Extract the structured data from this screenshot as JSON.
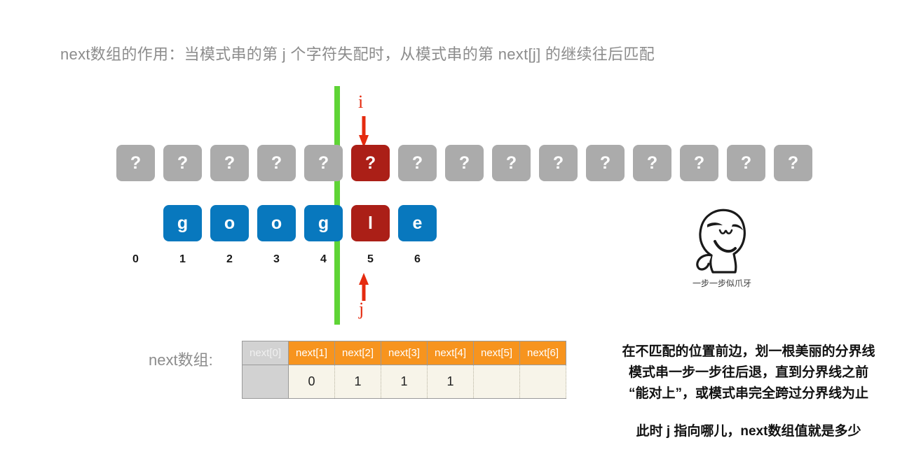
{
  "title": "next数组的作用：当模式串的第 j 个字符失配时，从模式串的第 next[j] 的继续往后匹配",
  "colors": {
    "gray_box": "#ababab",
    "blue_box": "#0878be",
    "red_box": "#ab1f17",
    "divider_green": "#5fd436",
    "pointer_red": "#e52b0f",
    "header_orange": "#f7941e",
    "header_dim": "#d2d2d2",
    "cell_cream": "#f7f4e9",
    "title_gray": "#8c8c8c"
  },
  "text_row": {
    "name": "text-string-row",
    "count": 15,
    "cells": [
      {
        "label": "?",
        "state": "gray"
      },
      {
        "label": "?",
        "state": "gray"
      },
      {
        "label": "?",
        "state": "gray"
      },
      {
        "label": "?",
        "state": "gray"
      },
      {
        "label": "?",
        "state": "gray"
      },
      {
        "label": "?",
        "state": "red"
      },
      {
        "label": "?",
        "state": "gray"
      },
      {
        "label": "?",
        "state": "gray"
      },
      {
        "label": "?",
        "state": "gray"
      },
      {
        "label": "?",
        "state": "gray"
      },
      {
        "label": "?",
        "state": "gray"
      },
      {
        "label": "?",
        "state": "gray"
      },
      {
        "label": "?",
        "state": "gray"
      },
      {
        "label": "?",
        "state": "gray"
      },
      {
        "label": "?",
        "state": "gray"
      }
    ]
  },
  "pattern_row": {
    "name": "pattern-string-row",
    "start_slot": 1,
    "cells": [
      {
        "label": "g",
        "state": "blue"
      },
      {
        "label": "o",
        "state": "blue"
      },
      {
        "label": "o",
        "state": "blue"
      },
      {
        "label": "g",
        "state": "blue"
      },
      {
        "label": "l",
        "state": "red"
      },
      {
        "label": "e",
        "state": "blue"
      }
    ]
  },
  "indices": [
    "0",
    "1",
    "2",
    "3",
    "4",
    "5",
    "6"
  ],
  "pointers": {
    "i_label": "i",
    "j_label": "j"
  },
  "next_table": {
    "label": "next数组:",
    "headers": [
      "next[0]",
      "next[1]",
      "next[2]",
      "next[3]",
      "next[4]",
      "next[5]",
      "next[6]"
    ],
    "values": [
      "",
      "0",
      "1",
      "1",
      "1",
      "",
      ""
    ]
  },
  "note": {
    "line1": "在不匹配的位置前边，划一根美丽的分界线",
    "line2": "模式串一步一步往后退，直到分界线之前",
    "line3": "“能对上”，或模式串完全跨过分界线为止",
    "line4": "此时 j 指向哪儿，next数组值就是多少"
  },
  "cartoon": {
    "caption": "一步一步似爪牙"
  }
}
